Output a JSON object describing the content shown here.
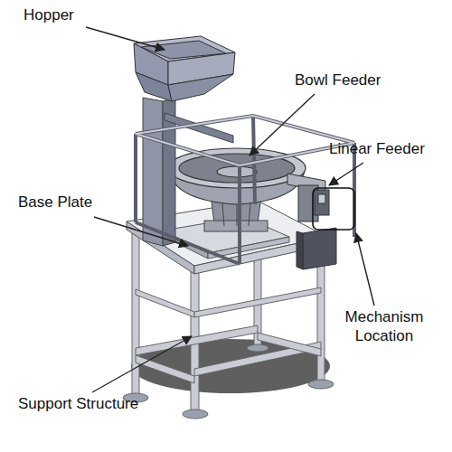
{
  "diagram": {
    "labels": [
      "Hopper",
      "Bowl Feeder",
      "Linear Feeder",
      "Base Plate",
      "Mechanism Location",
      "Support Structure"
    ]
  }
}
